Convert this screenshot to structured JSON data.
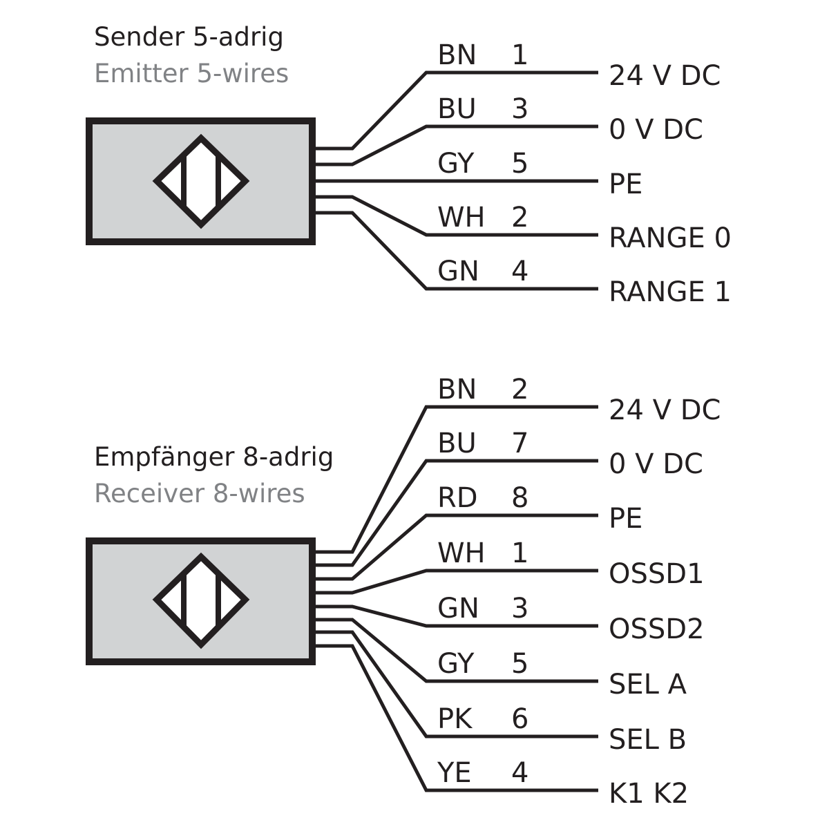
{
  "emitter": {
    "title": "Sender 5-adrig",
    "subtitle": "Emitter 5-wires",
    "wires": [
      {
        "color": "BN",
        "pin": "1",
        "signal": "24 V DC"
      },
      {
        "color": "BU",
        "pin": "3",
        "signal": "0 V DC"
      },
      {
        "color": "GY",
        "pin": "5",
        "signal": "PE"
      },
      {
        "color": "WH",
        "pin": "2",
        "signal": "RANGE 0"
      },
      {
        "color": "GN",
        "pin": "4",
        "signal": "RANGE 1"
      }
    ]
  },
  "receiver": {
    "title": "Empfänger 8-adrig",
    "subtitle": "Receiver 8-wires",
    "wires": [
      {
        "color": "BN",
        "pin": "2",
        "signal": "24 V DC"
      },
      {
        "color": "BU",
        "pin": "7",
        "signal": "0 V DC"
      },
      {
        "color": "RD",
        "pin": "8",
        "signal": "PE"
      },
      {
        "color": "WH",
        "pin": "1",
        "signal": "OSSD1"
      },
      {
        "color": "GN",
        "pin": "3",
        "signal": "OSSD2"
      },
      {
        "color": "GY",
        "pin": "5",
        "signal": "SEL A"
      },
      {
        "color": "PK",
        "pin": "6",
        "signal": "SEL B"
      },
      {
        "color": "YE",
        "pin": "4",
        "signal": "K1 K2"
      }
    ]
  },
  "colors": {
    "stroke": "#231f20",
    "box_fill": "#d1d3d4",
    "subtitle": "#808285"
  }
}
